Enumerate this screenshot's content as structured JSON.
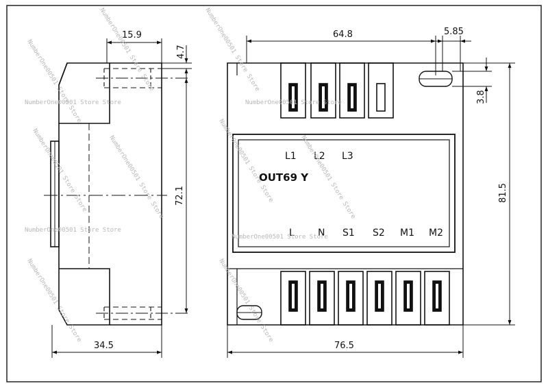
{
  "dimensions": {
    "d15_9": "15.9",
    "d4_7": "4.7",
    "d72_1": "72.1",
    "d34_5": "34.5",
    "d64_8": "64.8",
    "d5_85": "5.85",
    "d3_8": "3.8",
    "d81_5": "81.5",
    "d76_5": "76.5"
  },
  "terminal_labels_top": [
    "L1",
    "L2",
    "L3"
  ],
  "terminal_labels_bottom": [
    "L",
    "N",
    "S1",
    "S2",
    "M1",
    "M2"
  ],
  "model_label": "OUT69 Y",
  "watermark": "NumberOne00501 Store Store"
}
